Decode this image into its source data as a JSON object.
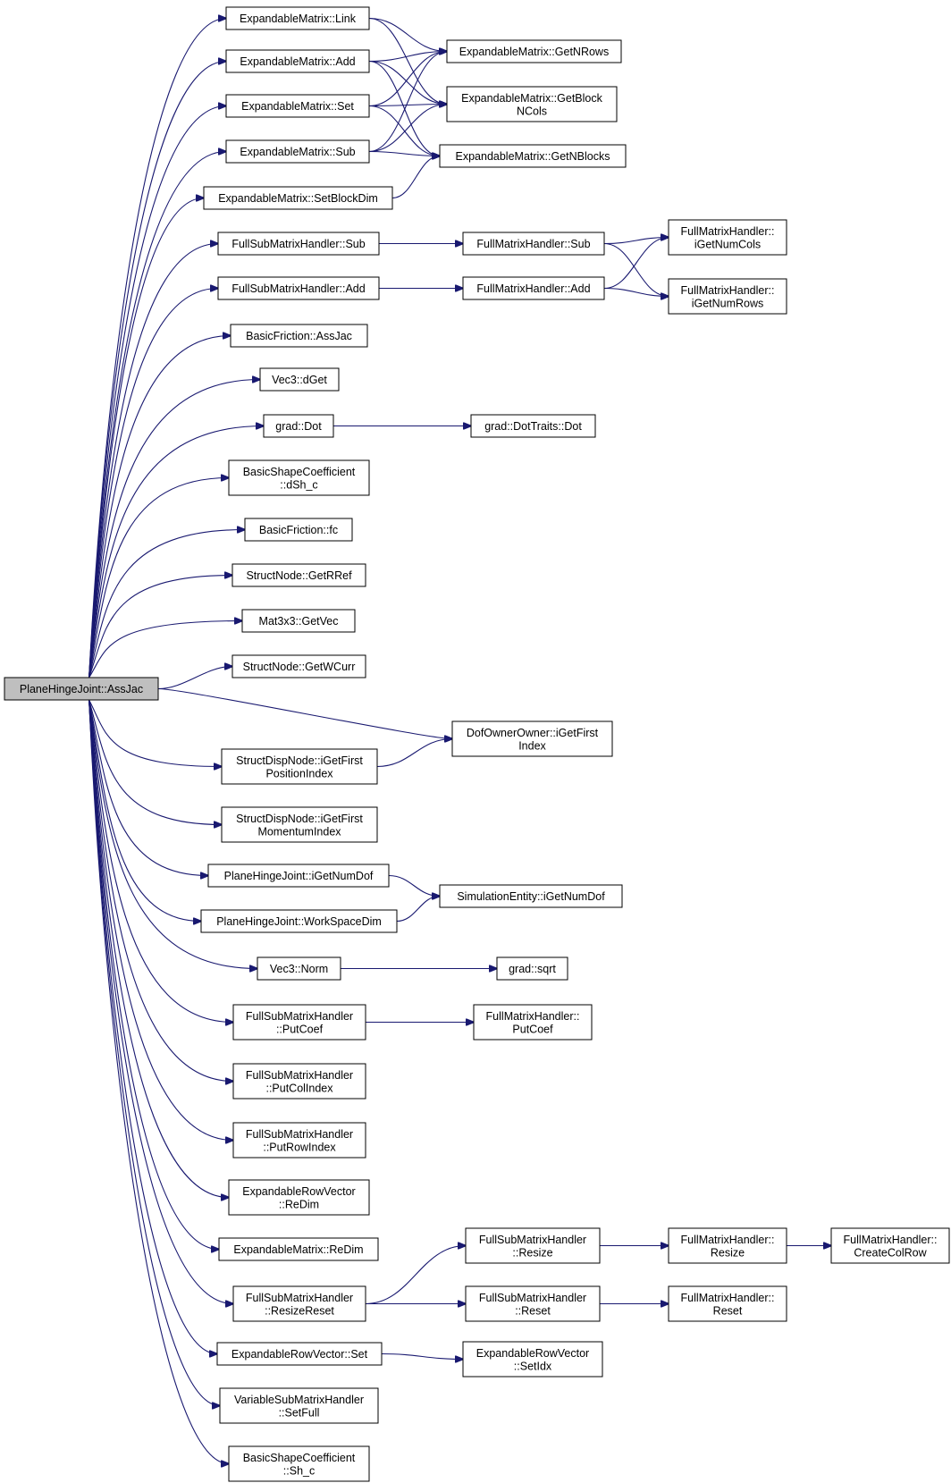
{
  "graph_title": "",
  "nodes": {
    "root": [
      "PlaneHingeJoint::AssJac"
    ],
    "em_link": [
      "ExpandableMatrix::Link"
    ],
    "em_add": [
      "ExpandableMatrix::Add"
    ],
    "em_set": [
      "ExpandableMatrix::Set"
    ],
    "em_sub": [
      "ExpandableMatrix::Sub"
    ],
    "em_setblockdim": [
      "ExpandableMatrix::SetBlockDim"
    ],
    "em_getnrows": [
      "ExpandableMatrix::GetNRows"
    ],
    "em_getblockncols": [
      "ExpandableMatrix::GetBlock",
      "NCols"
    ],
    "em_getnblocks": [
      "ExpandableMatrix::GetNBlocks"
    ],
    "fsmh_sub": [
      "FullSubMatrixHandler::Sub"
    ],
    "fsmh_add": [
      "FullSubMatrixHandler::Add"
    ],
    "fmh_sub": [
      "FullMatrixHandler::Sub"
    ],
    "fmh_add": [
      "FullMatrixHandler::Add"
    ],
    "fmh_igetnumcols": [
      "FullMatrixHandler::",
      "iGetNumCols"
    ],
    "fmh_igetnumrows": [
      "FullMatrixHandler::",
      "iGetNumRows"
    ],
    "bf_assjac": [
      "BasicFriction::AssJac"
    ],
    "vec3_dget": [
      "Vec3::dGet"
    ],
    "grad_dot": [
      "grad::Dot"
    ],
    "grad_dottraits_dot": [
      "grad::DotTraits::Dot"
    ],
    "bsc_dsh_c": [
      "BasicShapeCoefficient",
      "::dSh_c"
    ],
    "bf_fc": [
      "BasicFriction::fc"
    ],
    "sn_getrref": [
      "StructNode::GetRRef"
    ],
    "mat3x3_getvec": [
      "Mat3x3::GetVec"
    ],
    "sn_getwcurr": [
      "StructNode::GetWCurr"
    ],
    "doo_igetfirstindex": [
      "DofOwnerOwner::iGetFirst",
      "Index"
    ],
    "sdn_igetfirstpositionindex": [
      "StructDispNode::iGetFirst",
      "PositionIndex"
    ],
    "sdn_igetfirstmomentumindex": [
      "StructDispNode::iGetFirst",
      "MomentumIndex"
    ],
    "phj_igetnumdof": [
      "PlaneHingeJoint::iGetNumDof"
    ],
    "phj_workspacedim": [
      "PlaneHingeJoint::WorkSpaceDim"
    ],
    "se_igetnumdof": [
      "SimulationEntity::iGetNumDof"
    ],
    "vec3_norm": [
      "Vec3::Norm"
    ],
    "grad_sqrt": [
      "grad::sqrt"
    ],
    "fsmh_putcoef": [
      "FullSubMatrixHandler",
      "::PutCoef"
    ],
    "fmh_putcoef": [
      "FullMatrixHandler::",
      "PutCoef"
    ],
    "fsmh_putcolindex": [
      "FullSubMatrixHandler",
      "::PutColIndex"
    ],
    "fsmh_putrowindex": [
      "FullSubMatrixHandler",
      "::PutRowIndex"
    ],
    "erv_redim": [
      "ExpandableRowVector",
      "::ReDim"
    ],
    "em_redim": [
      "ExpandableMatrix::ReDim"
    ],
    "fsmh_resize": [
      "FullSubMatrixHandler",
      "::Resize"
    ],
    "fmh_resize": [
      "FullMatrixHandler::",
      "Resize"
    ],
    "fmh_createcolrow": [
      "FullMatrixHandler::",
      "CreateColRow"
    ],
    "fsmh_resizereset": [
      "FullSubMatrixHandler",
      "::ResizeReset"
    ],
    "fsmh_reset": [
      "FullSubMatrixHandler",
      "::Reset"
    ],
    "fmh_reset": [
      "FullMatrixHandler::",
      "Reset"
    ],
    "erv_set": [
      "ExpandableRowVector::Set"
    ],
    "erv_setidx": [
      "ExpandableRowVector",
      "::SetIdx"
    ],
    "vsmh_setfull": [
      "VariableSubMatrixHandler",
      "::SetFull"
    ],
    "bsc_sh_c": [
      "BasicShapeCoefficient",
      "::Sh_c"
    ]
  },
  "edges": [
    [
      "root",
      "em_link"
    ],
    [
      "root",
      "em_add"
    ],
    [
      "root",
      "em_set"
    ],
    [
      "root",
      "em_sub"
    ],
    [
      "root",
      "em_setblockdim"
    ],
    [
      "root",
      "fsmh_sub"
    ],
    [
      "root",
      "fsmh_add"
    ],
    [
      "root",
      "bf_assjac"
    ],
    [
      "root",
      "vec3_dget"
    ],
    [
      "root",
      "grad_dot"
    ],
    [
      "root",
      "bsc_dsh_c"
    ],
    [
      "root",
      "bf_fc"
    ],
    [
      "root",
      "sn_getrref"
    ],
    [
      "root",
      "mat3x3_getvec"
    ],
    [
      "root",
      "sn_getwcurr"
    ],
    [
      "root",
      "doo_igetfirstindex"
    ],
    [
      "root",
      "sdn_igetfirstpositionindex"
    ],
    [
      "root",
      "sdn_igetfirstmomentumindex"
    ],
    [
      "root",
      "phj_igetnumdof"
    ],
    [
      "root",
      "phj_workspacedim"
    ],
    [
      "root",
      "vec3_norm"
    ],
    [
      "root",
      "fsmh_putcoef"
    ],
    [
      "root",
      "fsmh_putcolindex"
    ],
    [
      "root",
      "fsmh_putrowindex"
    ],
    [
      "root",
      "erv_redim"
    ],
    [
      "root",
      "em_redim"
    ],
    [
      "root",
      "fsmh_resizereset"
    ],
    [
      "root",
      "erv_set"
    ],
    [
      "root",
      "vsmh_setfull"
    ],
    [
      "root",
      "bsc_sh_c"
    ],
    [
      "em_link",
      "em_getnrows"
    ],
    [
      "em_link",
      "em_getblockncols"
    ],
    [
      "em_add",
      "em_getnrows"
    ],
    [
      "em_add",
      "em_getblockncols"
    ],
    [
      "em_add",
      "em_getnblocks"
    ],
    [
      "em_set",
      "em_getnrows"
    ],
    [
      "em_set",
      "em_getblockncols"
    ],
    [
      "em_set",
      "em_getnblocks"
    ],
    [
      "em_sub",
      "em_getnrows"
    ],
    [
      "em_sub",
      "em_getblockncols"
    ],
    [
      "em_sub",
      "em_getnblocks"
    ],
    [
      "em_setblockdim",
      "em_getnblocks"
    ],
    [
      "fsmh_sub",
      "fmh_sub"
    ],
    [
      "fsmh_add",
      "fmh_add"
    ],
    [
      "fmh_sub",
      "fmh_igetnumcols"
    ],
    [
      "fmh_sub",
      "fmh_igetnumrows"
    ],
    [
      "fmh_add",
      "fmh_igetnumcols"
    ],
    [
      "fmh_add",
      "fmh_igetnumrows"
    ],
    [
      "grad_dot",
      "grad_dottraits_dot"
    ],
    [
      "sdn_igetfirstpositionindex",
      "doo_igetfirstindex"
    ],
    [
      "phj_igetnumdof",
      "se_igetnumdof"
    ],
    [
      "phj_workspacedim",
      "se_igetnumdof"
    ],
    [
      "vec3_norm",
      "grad_sqrt"
    ],
    [
      "fsmh_putcoef",
      "fmh_putcoef"
    ],
    [
      "fsmh_resizereset",
      "fsmh_resize"
    ],
    [
      "fsmh_resizereset",
      "fsmh_reset"
    ],
    [
      "fsmh_resize",
      "fmh_resize"
    ],
    [
      "fmh_resize",
      "fmh_createcolrow"
    ],
    [
      "fsmh_reset",
      "fmh_reset"
    ],
    [
      "erv_set",
      "erv_setidx"
    ]
  ]
}
